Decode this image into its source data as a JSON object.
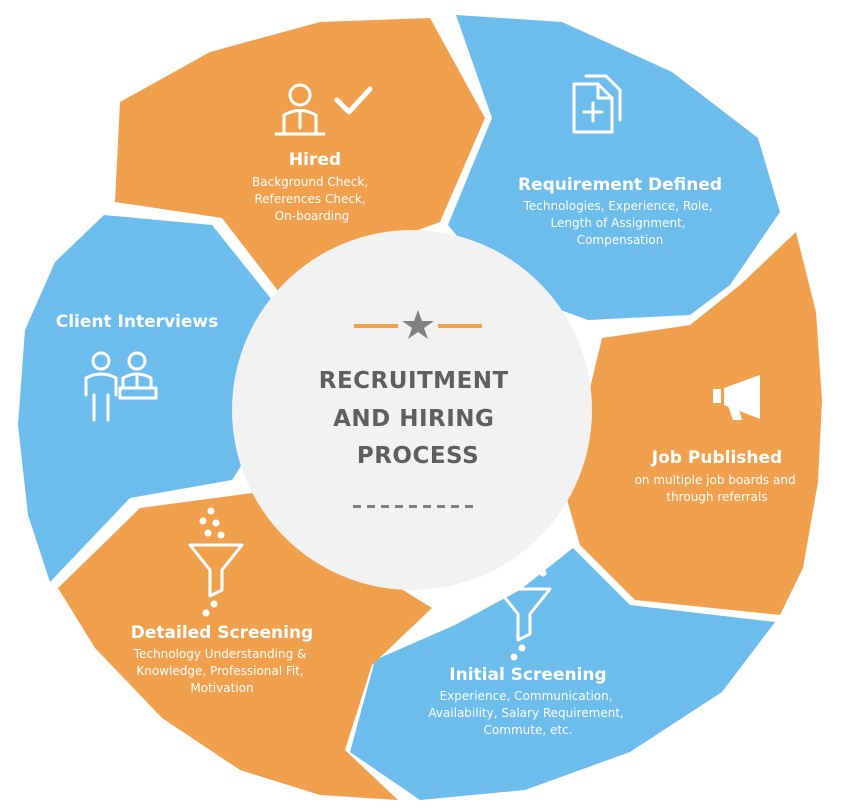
{
  "center": {
    "title_lines": [
      "RECRUITMENT",
      "AND HIRING",
      "PROCESS"
    ]
  },
  "colors": {
    "orange": "#f0a04c",
    "blue": "#6cbcec",
    "center_bg": "#f2f2f2",
    "center_text": "#5f5f5f",
    "star": "#808080"
  },
  "steps": [
    {
      "id": "hired",
      "icon": "hire-approve-icon",
      "title": "Hired",
      "desc_lines": [
        "Background Check,",
        "References Check,",
        "On-boarding"
      ]
    },
    {
      "id": "requirement-defined",
      "icon": "documents-add-icon",
      "title": "Requirement Defined",
      "desc_lines": [
        "Technologies, Experience, Role,",
        "Length of Assignment,",
        "Compensation"
      ]
    },
    {
      "id": "job-published",
      "icon": "megaphone-icon",
      "title": "Job Published",
      "desc_lines": [
        "on multiple job boards and",
        "through referrals"
      ]
    },
    {
      "id": "initial-screening",
      "icon": "funnel-icon",
      "title": "Initial Screening",
      "desc_lines": [
        "Experience, Communication,",
        "Availability, Salary Requirement,",
        "Commute, etc."
      ]
    },
    {
      "id": "detailed-screening",
      "icon": "funnel-icon",
      "title": "Detailed Screening",
      "desc_lines": [
        "Technology Understanding &",
        "Knowledge, Professional Fit,",
        "Motivation"
      ]
    },
    {
      "id": "client-interviews",
      "icon": "interview-people-icon",
      "title": "Client Interviews",
      "desc_lines": []
    }
  ]
}
